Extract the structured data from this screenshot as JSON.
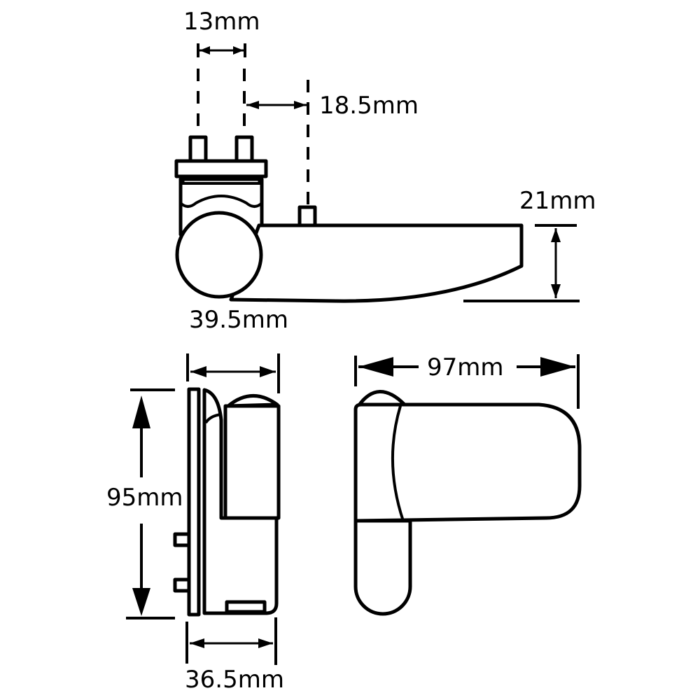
{
  "diagram": {
    "subject": "door hinge technical drawing",
    "colors": {
      "line": "#000000",
      "background": "#ffffff"
    },
    "top_view": {
      "dimensions": {
        "pin_spacing": "13mm",
        "pin_to_fixing_offset": "18.5mm",
        "height": "21mm",
        "barrel_diameter": "39.5mm"
      }
    },
    "side_view": {
      "dimensions": {
        "height": "95mm",
        "top_depth": "",
        "bottom_depth": "36.5mm"
      }
    },
    "front_view": {
      "dimensions": {
        "width": "97mm"
      }
    }
  }
}
